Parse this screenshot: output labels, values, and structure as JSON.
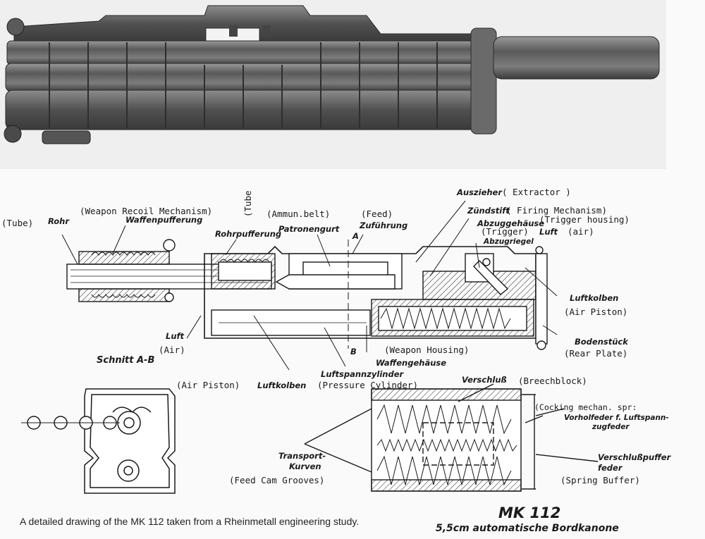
{
  "labels": {
    "tube_left": "(Tube)",
    "rohr": "Rohr",
    "weapon_recoil_en": "(Weapon Recoil Mechanism)",
    "waffenpufferung": "Waffenpufferung",
    "tube_vertical": "(Tube",
    "rohrpufferung": "Rohrpufferung",
    "ammun_belt_en": "(Ammun.belt)",
    "patronengurt": "Patronengurt",
    "feed_en": "(Feed)",
    "zufuhrung": "Zuführung",
    "section_a": "A",
    "auszieher": "Auszieher",
    "extractor_en": "( Extractor )",
    "zundstift": "Zündstift",
    "firing_mech_en": "( Firing Mechanism)",
    "abzuggehause": "Abzuggehäuse",
    "trigger_housing_en": "(Trigger housing)",
    "trigger_en": "(Trigger)",
    "luft_top": "Luft",
    "air_top_en": "(air)",
    "abzugriegel": "Abzugriegel",
    "luftkolben_right": "Luftkolben",
    "air_piston_right_en": "(Air Piston)",
    "bodenstuck": "Bodenstück",
    "rear_plate_en": "(Rear Plate)",
    "luft_left": "Luft",
    "air_left_en": "(Air)",
    "schnitt": "Schnitt A-B",
    "section_b": "B",
    "weapon_housing_en": "(Weapon Housing)",
    "waffengehause": "Waffengehäuse",
    "air_piston_left_en": "(Air Piston)",
    "luftkolben_left": "Luftkolben",
    "luftspannzylinder": "Luftspannzylinder",
    "pressure_cyl_en": "(Pressure Cylinder)",
    "verschluss": "Verschluß",
    "breechblock_en": "(Breechblock)",
    "cocking_en": "(Cocking mechan. spr:",
    "vorholfeder": "Vorholfeder f. Luftspann-",
    "zugfeder": "zugfeder",
    "transport": "Transport-",
    "kurven": "Kurven",
    "feed_cam_en": "(Feed Cam Grooves)",
    "verschlusspuffer": "Verschlußpuffer",
    "feder": "feder",
    "spring_buffer_en": "(Spring Buffer)"
  },
  "caption": "A detailed drawing of the MK 112 taken from a Rheinmetall engineering study.",
  "title": "MK 112",
  "subtitle": "5,5cm automatische Bordkanone",
  "colors": {
    "paper": "#fafafa",
    "ink": "#1a1a1a",
    "metal": "#7a7a7a"
  }
}
